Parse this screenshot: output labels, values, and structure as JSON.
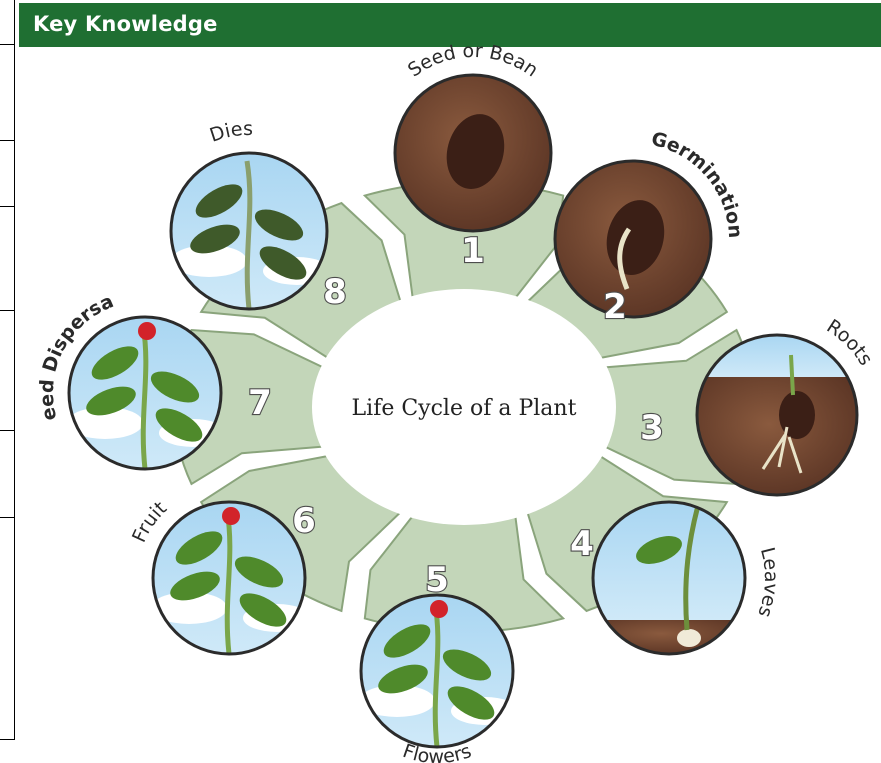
{
  "header": {
    "title": "Key Knowledge"
  },
  "diagram": {
    "center_label": "Life Cycle of a Plant",
    "stages": [
      {
        "number": "1",
        "label": "Seed or Bean",
        "label_color": "#2a2a2a"
      },
      {
        "number": "2",
        "label": "Germination",
        "label_color": "#e04848"
      },
      {
        "number": "3",
        "label": "Roots",
        "label_color": "#2a2a2a"
      },
      {
        "number": "4",
        "label": "Leaves",
        "label_color": "#2a2a2a"
      },
      {
        "number": "5",
        "label": "Flowers",
        "label_color": "#2a2a2a"
      },
      {
        "number": "6",
        "label": "Fruit",
        "label_color": "#2a2a2a"
      },
      {
        "number": "7",
        "label": "Seed Dispersal",
        "label_color": "#e0508a"
      },
      {
        "number": "8",
        "label": "Dies",
        "label_color": "#2a2a2a"
      }
    ],
    "colors": {
      "segment_fill": "#c3d6b9",
      "segment_stroke": "#8aa47c",
      "header_bg": "#1f6f32"
    }
  }
}
